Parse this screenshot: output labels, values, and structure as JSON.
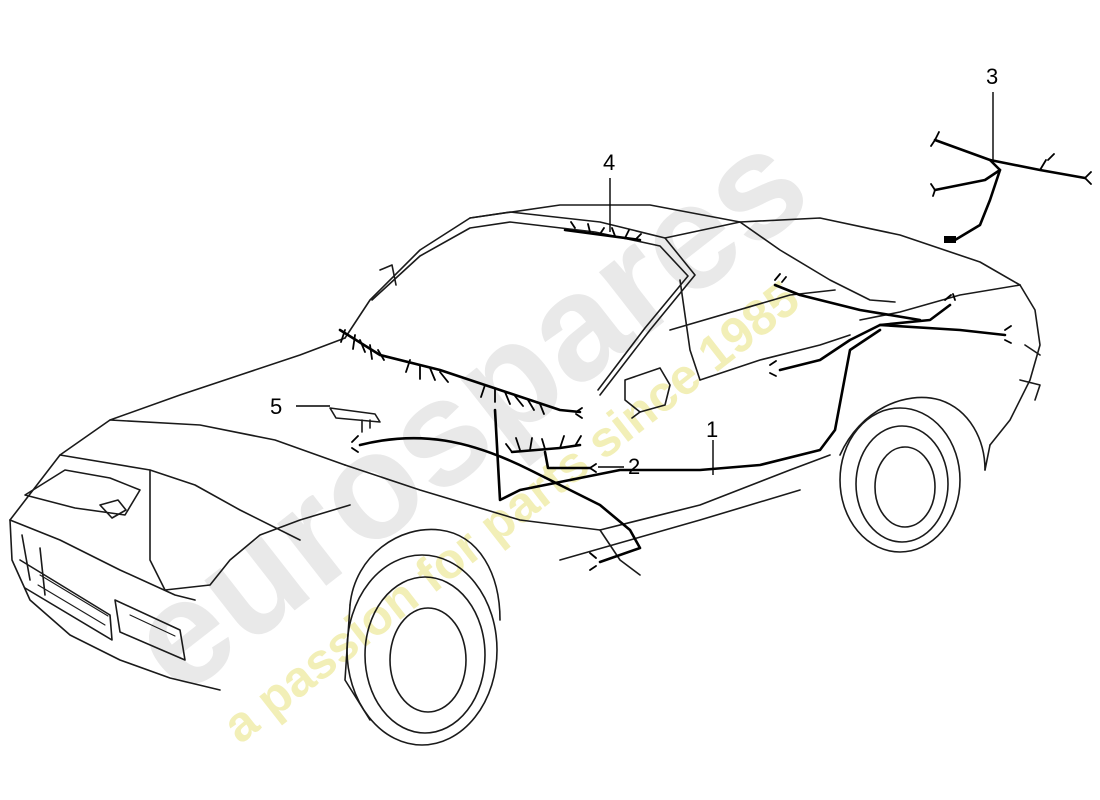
{
  "diagram": {
    "callouts": [
      {
        "id": "1",
        "label": "1"
      },
      {
        "id": "2",
        "label": "2"
      },
      {
        "id": "3",
        "label": "3"
      },
      {
        "id": "4",
        "label": "4"
      },
      {
        "id": "5",
        "label": "5"
      }
    ]
  },
  "watermark": {
    "brand": "eurospares",
    "tagline": "a passion for parts since 1985",
    "colors": {
      "brand": "#e6e6e6",
      "tagline": "#f3f0b4"
    }
  }
}
